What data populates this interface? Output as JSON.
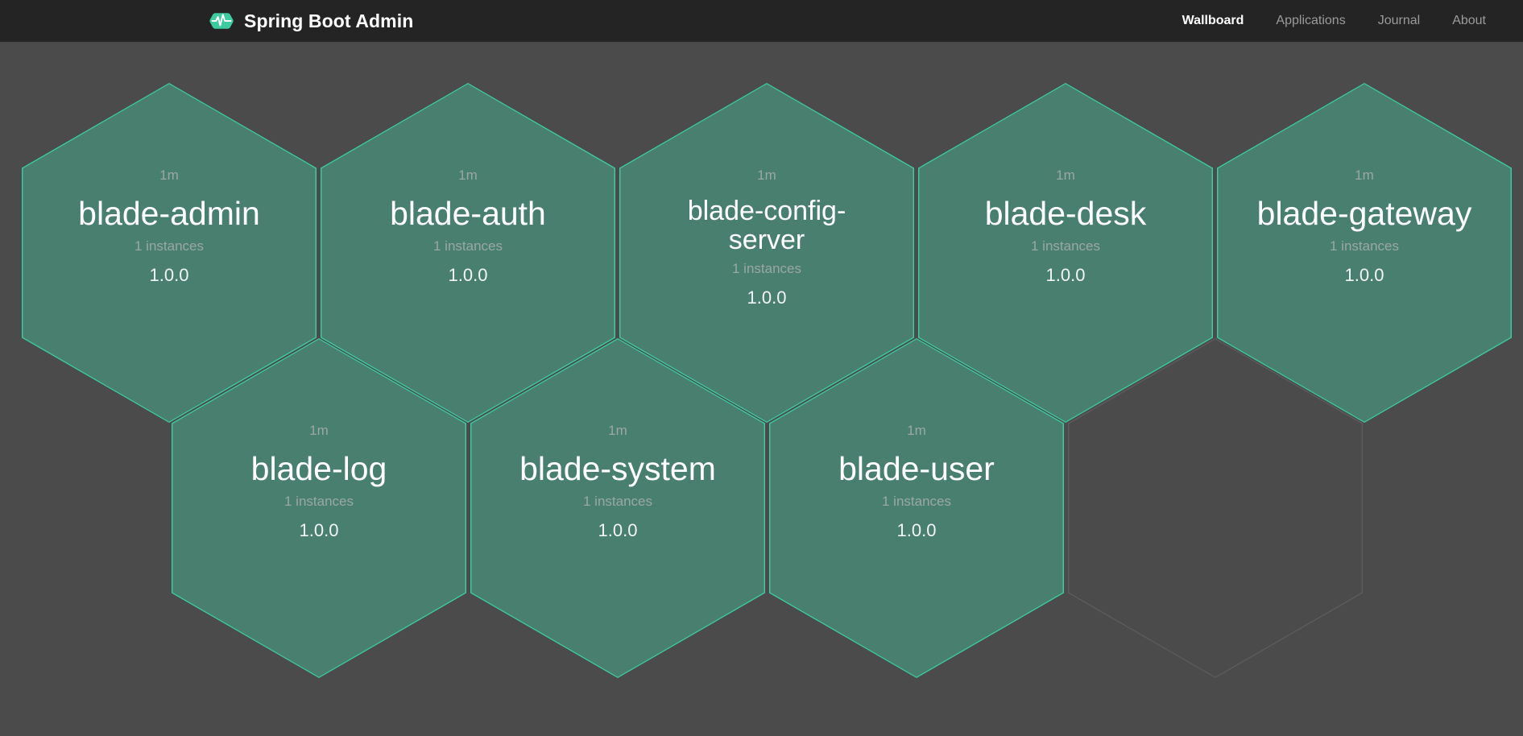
{
  "app": {
    "title": "Spring Boot Admin",
    "logo_icon": "heartbeat-hexagon-icon",
    "brand_color": "#3ecba0",
    "navbar_bg": "#242424",
    "page_bg": "#4b4b4b",
    "hexagon_fill": "#497f6f",
    "hexagon_border": "#3ccda2",
    "placeholder_border": "#5d5d5d"
  },
  "nav": {
    "items": [
      {
        "label": "Wallboard",
        "active": true
      },
      {
        "label": "Applications",
        "active": false
      },
      {
        "label": "Journal",
        "active": false
      },
      {
        "label": "About",
        "active": false
      }
    ]
  },
  "wallboard": {
    "applications": [
      {
        "name": "blade-admin",
        "uptime": "1m",
        "instances": "1 instances",
        "version": "1.0.0",
        "status": "UP"
      },
      {
        "name": "blade-auth",
        "uptime": "1m",
        "instances": "1 instances",
        "version": "1.0.0",
        "status": "UP"
      },
      {
        "name": "blade-config-server",
        "uptime": "1m",
        "instances": "1 instances",
        "version": "1.0.0",
        "status": "UP"
      },
      {
        "name": "blade-desk",
        "uptime": "1m",
        "instances": "1 instances",
        "version": "1.0.0",
        "status": "UP"
      },
      {
        "name": "blade-gateway",
        "uptime": "1m",
        "instances": "1 instances",
        "version": "1.0.0",
        "status": "UP"
      },
      {
        "name": "blade-log",
        "uptime": "1m",
        "instances": "1 instances",
        "version": "1.0.0",
        "status": "UP"
      },
      {
        "name": "blade-system",
        "uptime": "1m",
        "instances": "1 instances",
        "version": "1.0.0",
        "status": "UP"
      },
      {
        "name": "blade-user",
        "uptime": "1m",
        "instances": "1 instances",
        "version": "1.0.0",
        "status": "UP"
      }
    ]
  }
}
